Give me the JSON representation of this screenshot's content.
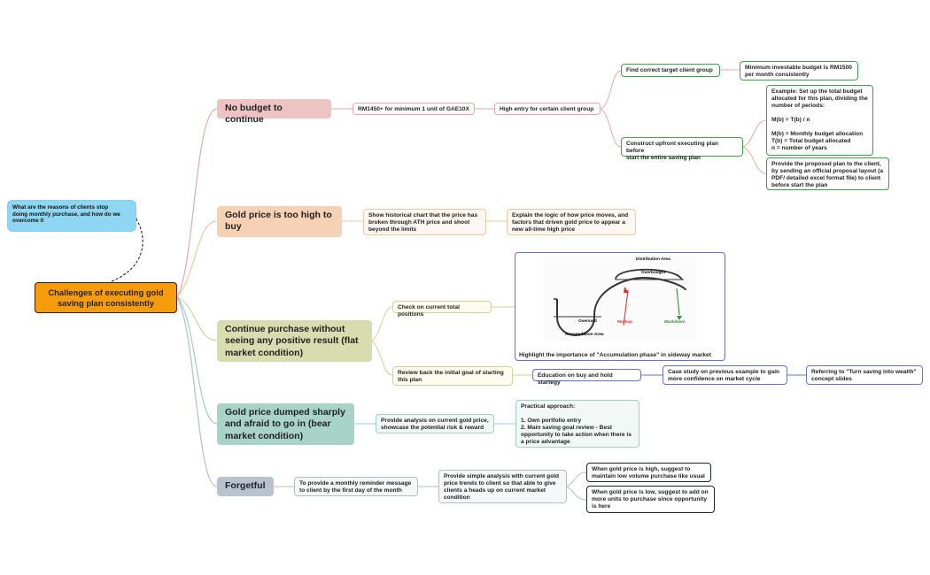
{
  "root": {
    "title": "Challenges of executing gold\nsaving plan consistently"
  },
  "note": {
    "text": "What are the reasons of clients stop\ndoing monthly purchase, and how do we\novercome it"
  },
  "branches": {
    "no_budget": {
      "title": "No budget to continue",
      "min_unit": "RM1450+ for minimum 1 unit of GAE10X",
      "high_entry": "High entry for certain client group",
      "find_group": "Find correct target client group",
      "min_budget": "Minimum investable budget is RM1500\nper month consistently",
      "construct_plan": "Construct upfront executing plan before\nstart the entire saving plan",
      "example": "Example: Set up the total budget\nallocated for this plan, dividing the\nnumber of periods:\n\nM(b) = T(b) / n\n\nM(b) = Monthly budget allocation\nT(b) = Total budget allocated\nn = number of years",
      "proposal": "Provide the proposed plan to the client,\nby sending an official proposal layout (a\nPDF/ detailed excel format file) to client\nbefore start the plan"
    },
    "too_high": {
      "title": "Gold price is too high to\nbuy",
      "historical": "Show historical chart that the price has\nbroken through ATH price and shoot\nbeyond the limits",
      "explain": "Explain the logic of how price moves, and\nfactors that driven gold price to appear a\nnew all-time high price"
    },
    "flat_market": {
      "title": "Continue purchase without\nseeing any positive result (flat\nmarket condition)",
      "check_positions": "Check on current total positions",
      "caption": "Highlight the importance of \"Accumulation phase\" in sideway market",
      "review_goal": "Review back the initial goal of starting\nthis plan",
      "education": "Education on buy and hold startegy",
      "case_study": "Case study on previous example to gain\nmore confidence on market cycle",
      "referring": "Referring to \"Turn saving into wealth\"\nconcept slides"
    },
    "bear_market": {
      "title": "Gold price dumped sharply\nand afraid to go in (bear\nmarket condition)",
      "analysis": "Provide analysis on current gold price,\nshowcase the potential risk & reward",
      "practical": "Practical approach:\n\n1. Own portfolio entry\n2. Main saving goal review - Best\nopportunity to take action when there is\na price advantage"
    },
    "forgetful": {
      "title": "Forgetful",
      "reminder": "To provide a monthly reminder message\nto client by the first day of the month",
      "simple_analysis": "Provide simple analysis with current gold\nprice trends to client so that able to give\nclients a heads up on current market\ncondition",
      "high_price": "When gold price is high, suggest to\nmaintain low volume purchase like usual",
      "low_price": "When gold price is low, suggest to add on\nmore units to purchase since opportunity\nis here"
    }
  },
  "market_cycle": {
    "distribution": "Distribution Area",
    "overbought": "Overbought",
    "oversold": "Oversold",
    "accumulation": "Accumulation Area",
    "markup": "Markup",
    "markdown": "Markdown"
  },
  "colors": {
    "root": "#f59c0c",
    "no_budget": "#eec4c3",
    "too_high": "#f6d1b4",
    "flat_market": "#d9dcae",
    "bear_market": "#a7d3c9",
    "forgetful": "#b9c3d0",
    "green_border": "#3aa345",
    "blue_border": "#6574c9",
    "note": "#8fd6f2"
  }
}
